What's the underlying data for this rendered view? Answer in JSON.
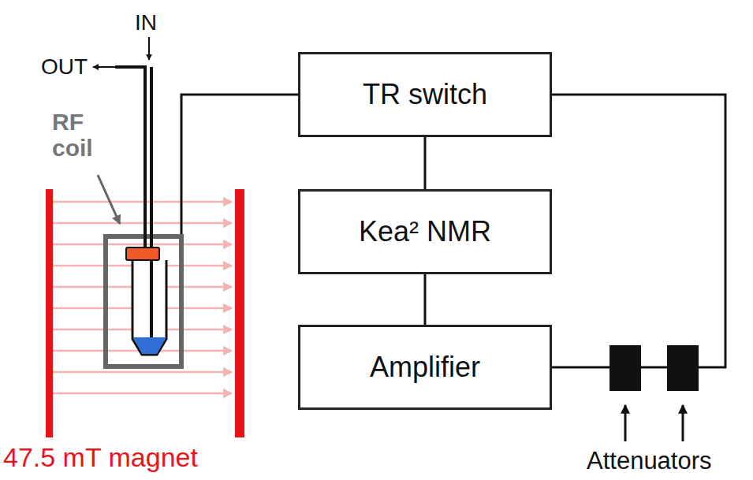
{
  "diagram": {
    "nodes": [
      {
        "text": [
          "TR switch"
        ]
      },
      {
        "text": [
          "Kea² NMR"
        ]
      },
      {
        "text": [
          "Amplifier"
        ]
      }
    ],
    "edges": [
      {
        "from": 0,
        "to": 1,
        "arrow": "none"
      },
      {
        "from": 1,
        "to": 2,
        "arrow": "none"
      },
      {
        "from": 2,
        "to": 0,
        "arrow": "none"
      }
    ],
    "labels": [
      "IN",
      "OUT",
      "RF coil",
      "47.5 mT magnet",
      "Attenuators"
    ]
  }
}
